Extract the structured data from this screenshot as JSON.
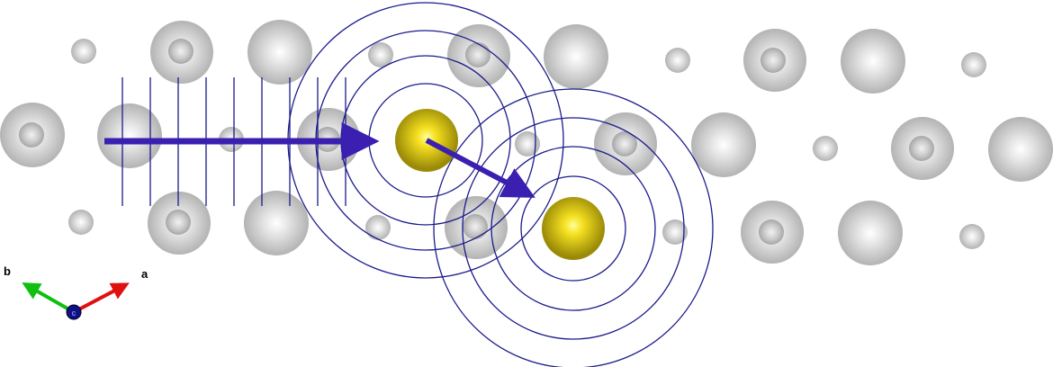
{
  "colors": {
    "background": "#ffffff",
    "host_atom": "#d9d9d9",
    "scatterer_atom": "#e8c620",
    "wavefront": "#1a1a8c",
    "arrow": "#3a1fb0",
    "axis_a": "#e01010",
    "axis_b": "#10c010",
    "axis_c": "#101080"
  },
  "legend": {
    "b_label": "b",
    "a_label": "a",
    "c_label": "c"
  },
  "diagram": {
    "host_atoms": "grey",
    "scatterers": "yellow",
    "incident_wave": "plane",
    "scattered_waves": "spherical"
  }
}
